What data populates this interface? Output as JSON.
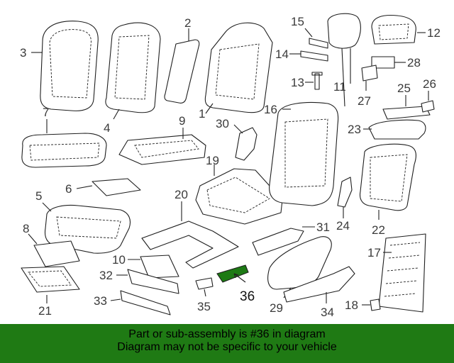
{
  "part_numbers": {
    "n1": "1",
    "n2": "2",
    "n3": "3",
    "n4": "4",
    "n5": "5",
    "n6": "6",
    "n7": "7",
    "n8": "8",
    "n9": "9",
    "n10": "10",
    "n11": "11",
    "n12": "12",
    "n13": "13",
    "n14": "14",
    "n15": "15",
    "n16": "16",
    "n17": "17",
    "n18": "18",
    "n19": "19",
    "n20": "20",
    "n21": "21",
    "n22": "22",
    "n23": "23",
    "n24": "24",
    "n25": "25",
    "n26": "26",
    "n27": "27",
    "n28": "28",
    "n29": "29",
    "n30": "30",
    "n31": "31",
    "n32": "32",
    "n33": "33",
    "n34": "34",
    "n35": "35",
    "n36": "36"
  },
  "highlight": {
    "part": "36",
    "color": "#1d7a14"
  },
  "banner": {
    "line1": "Part or sub-assembly is #36 in diagram",
    "line2": "Diagram may not be specific to your vehicle",
    "background": "#1f7a14"
  }
}
